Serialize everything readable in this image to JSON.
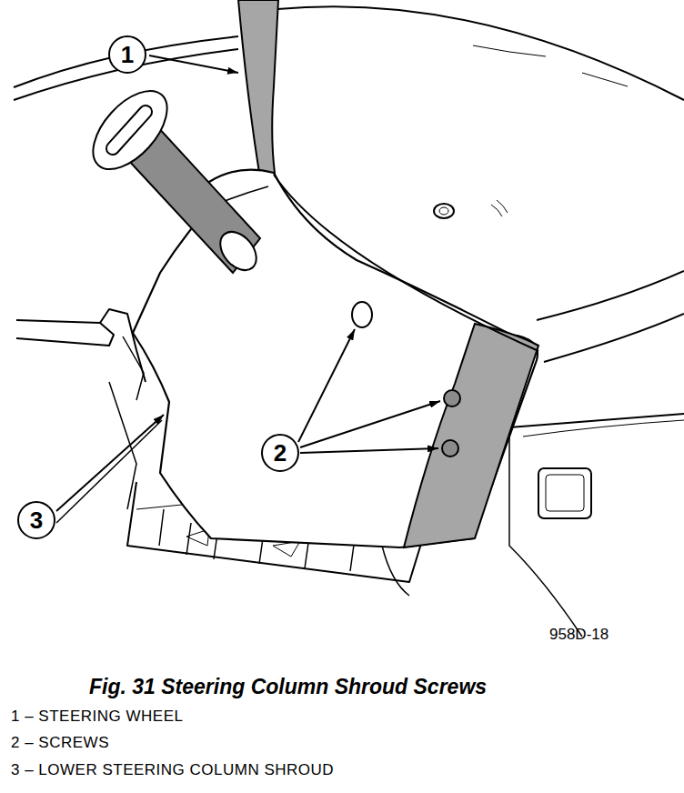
{
  "diagram": {
    "caption": "Fig. 31 Steering Column Shroud Screws",
    "labels": [
      "1",
      "2",
      "3",
      "958D-18",
      "1 – STEERING WHEEL",
      "2 – SCREWS",
      "3 – LOWER STEERING COLUMN SHROUD"
    ]
  }
}
